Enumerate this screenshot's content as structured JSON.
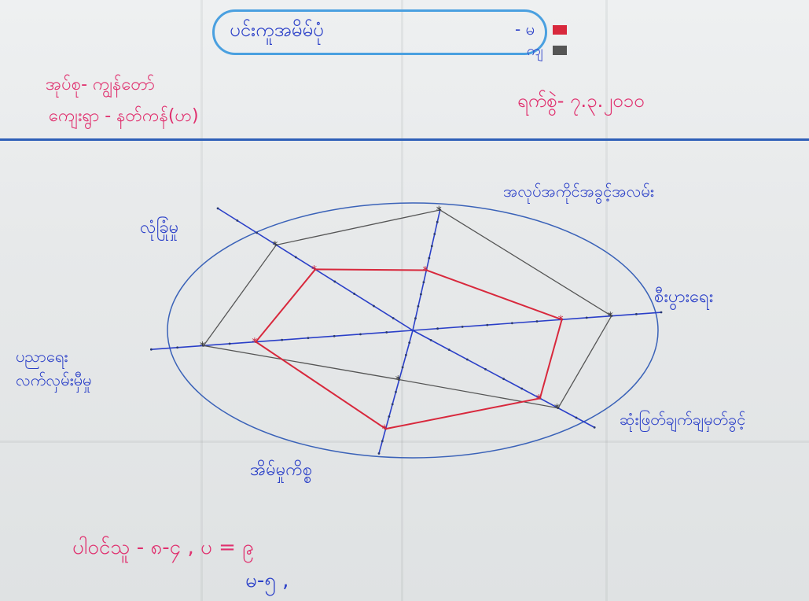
{
  "title": "ပင်းကူအမိမ်ပုံ",
  "legend": [
    {
      "label": "- မ",
      "color": "#d8283c"
    },
    {
      "label": "ကျ",
      "color": "#555555"
    }
  ],
  "header": {
    "group_label": "အုပ်စု- ကျွန်တော်",
    "village_label": "ကျေးရွာ - နတ်ကန်(ဟ)",
    "date_label": "ရက်စွဲ- ၇.၃.၂၀၁၀"
  },
  "axes": [
    {
      "label": "အလုပ်အကိုင်အခွင့်အလမ်း"
    },
    {
      "label": "စီးပွားရေး"
    },
    {
      "label": "ဆုံးဖြတ်ချက်ချမှတ်ခွင့်"
    },
    {
      "label": "အိမ်မှုကိစ္စ"
    },
    {
      "label": "ပညာရေး လက်လှမ်းမှီမှု"
    },
    {
      "label": "လုံခြုံမှု"
    }
  ],
  "footer": {
    "line1": "ပါဝင်သူ - ၈-၄ , ပ = ၉",
    "line2": "မ-၅ ,"
  },
  "chart_data": {
    "type": "radar",
    "scale_max": 10,
    "series": [
      {
        "name": "မ",
        "color": "#d8283c",
        "values": [
          5,
          6,
          7,
          8,
          6,
          5
        ]
      },
      {
        "name": "ကျ",
        "color": "#555555",
        "values": [
          10,
          8,
          8,
          4,
          8,
          7
        ]
      }
    ]
  },
  "colors": {
    "ink_blue": "#2a3fc8",
    "ink_pink": "#e0306e",
    "circle": "#3a62b8"
  }
}
